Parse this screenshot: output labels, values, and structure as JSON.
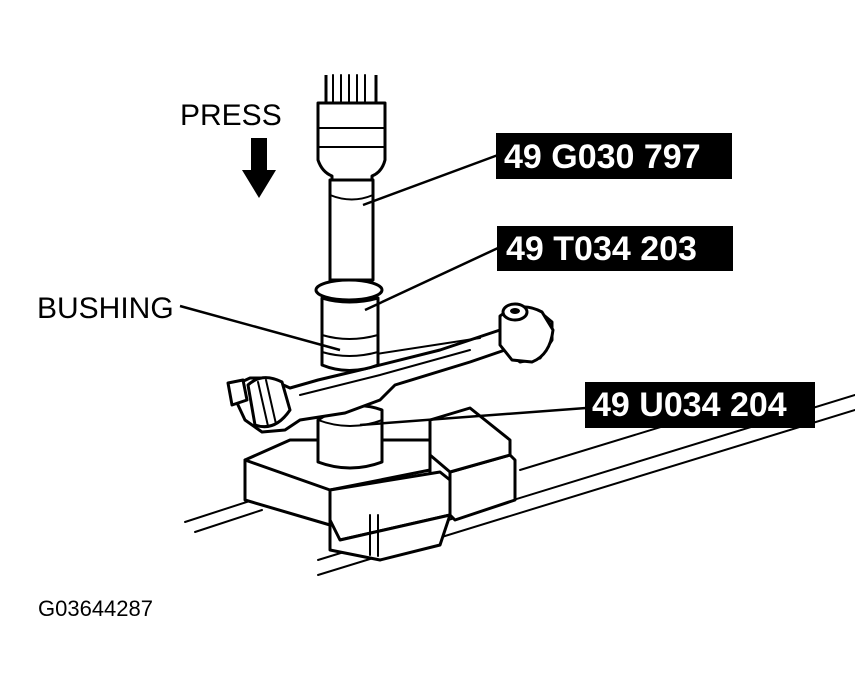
{
  "labels": {
    "press": "PRESS",
    "bushing": "BUSHING",
    "tool_upper": "49 G030 797",
    "tool_middle": "49 T034 203",
    "tool_lower": "49 U034 204"
  },
  "figure_id": "G03644287"
}
